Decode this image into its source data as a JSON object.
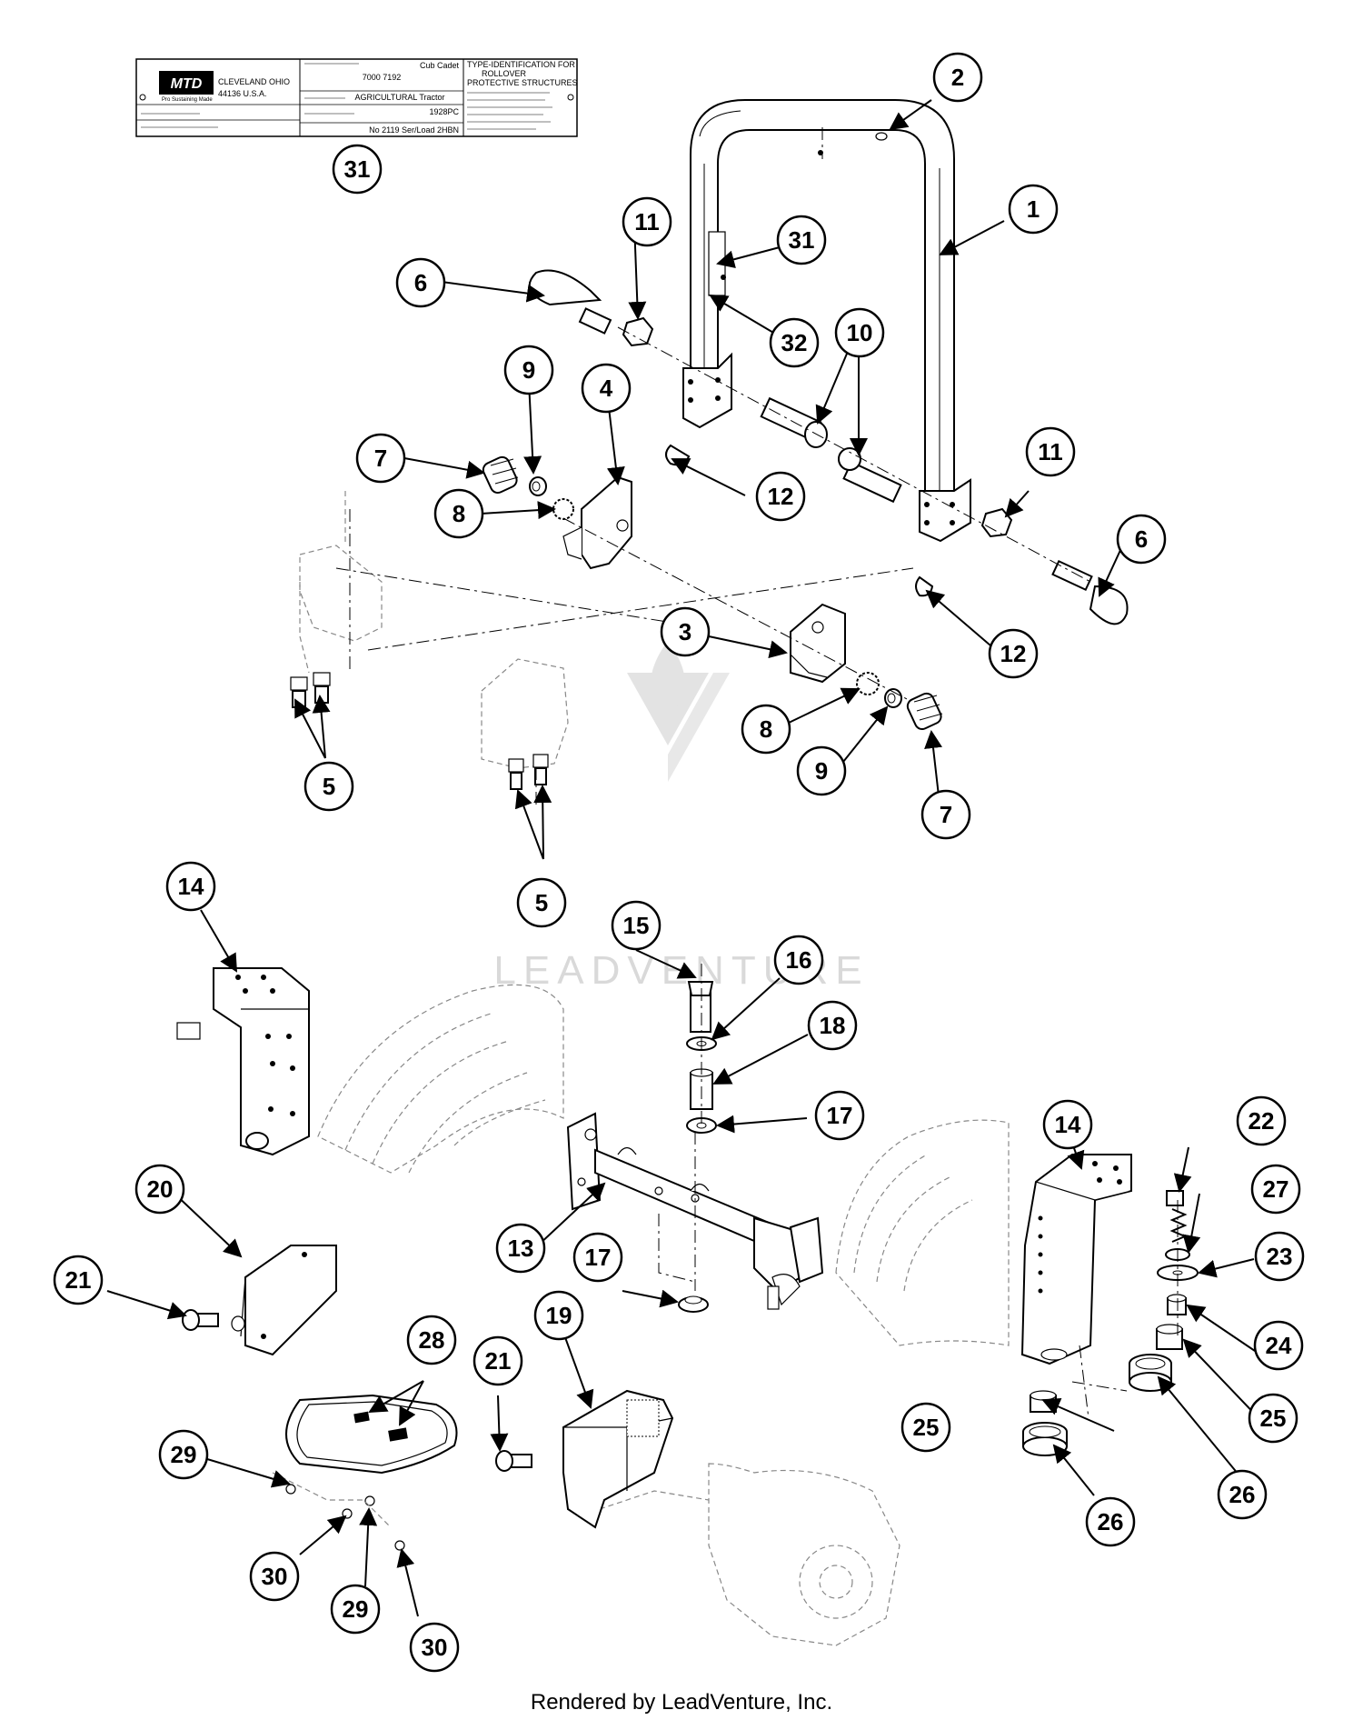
{
  "decal": {
    "brand_logo": "MTD",
    "brand_sub": "Pro Sustaining Made",
    "city_line": "CLEVELAND OHIO",
    "zip_line": "44136  U.S.A.",
    "brand_right": "Cub Cadet",
    "model": "7000 7192",
    "category": "AGRICULTURAL Tractor",
    "title_line1": "TYPE-IDENTIFICATION FOR",
    "title_line2": "ROLLOVER",
    "title_line3": "PROTECTIVE STRUCTURES",
    "code_right": "1928PC",
    "serial_line": "No 2119  Ser/Load  2HBN"
  },
  "callouts": [
    "1",
    "2",
    "3",
    "4",
    "5",
    "5",
    "6",
    "6",
    "7",
    "7",
    "8",
    "8",
    "9",
    "9",
    "10",
    "11",
    "11",
    "12",
    "12",
    "13",
    "14",
    "14",
    "15",
    "16",
    "17",
    "17",
    "18",
    "19",
    "20",
    "21",
    "21",
    "22",
    "23",
    "24",
    "25",
    "25",
    "26",
    "26",
    "27",
    "28",
    "29",
    "29",
    "30",
    "30",
    "31",
    "31",
    "32"
  ],
  "watermark": "LEADVENTURE",
  "footer": "Rendered by LeadVenture, Inc."
}
